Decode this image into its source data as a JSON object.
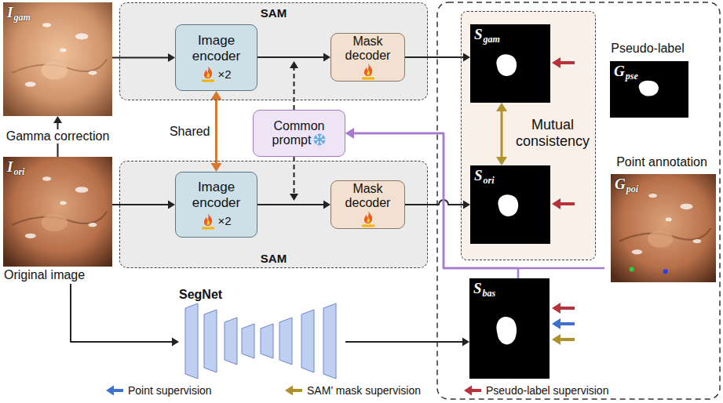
{
  "diagram": {
    "nodes": [
      {
        "text": [
          "I",
          "gam"
        ]
      },
      {
        "text": [
          "SAM"
        ]
      },
      {
        "text": [
          "Image encoder",
          "×2"
        ],
        "in": 1
      },
      {
        "text": [
          "Mask decoder"
        ],
        "in": 1
      },
      {
        "text": [
          "Mutual consistency"
        ]
      },
      {
        "text": [
          "S",
          "gam"
        ],
        "in": 4
      },
      {
        "text": [
          "S",
          "ori"
        ],
        "in": 4
      },
      {
        "text": [
          "Pseudo-label",
          "G",
          "pse"
        ]
      },
      {
        "text": [
          "Common prompt"
        ]
      },
      {
        "text": [
          "Point annotation",
          "G",
          "poi"
        ]
      },
      {
        "text": [
          "S",
          "bas"
        ]
      },
      {
        "text": [
          "I",
          "ori",
          "Original image"
        ]
      },
      {
        "text": [
          "SAM"
        ]
      },
      {
        "text": [
          "Image encoder",
          "×2"
        ],
        "in": 12
      },
      {
        "text": [
          "Mask decoder"
        ],
        "in": 12
      },
      {
        "text": [
          "SegNet"
        ]
      }
    ],
    "edges": [
      {
        "from": 11,
        "to": 0,
        "arrow": "to",
        "label": "Gamma correction"
      },
      {
        "from": 0,
        "to": 2,
        "arrow": "to"
      },
      {
        "from": 2,
        "to": 3,
        "arrow": "to"
      },
      {
        "from": 3,
        "to": 5,
        "arrow": "to"
      },
      {
        "from": 2,
        "to": 13,
        "arrow": "both",
        "label": "Shared"
      },
      {
        "from": 8,
        "to": 1,
        "arrow": "to"
      },
      {
        "from": 5,
        "to": 6,
        "arrow": "both"
      },
      {
        "from": 8,
        "to": 12,
        "arrow": "to"
      },
      {
        "from": 11,
        "to": 13,
        "arrow": "to"
      },
      {
        "from": 13,
        "to": 14,
        "arrow": "to"
      },
      {
        "from": 14,
        "to": 6,
        "arrow": "to"
      },
      {
        "from": 9,
        "to": 8,
        "arrow": "to"
      },
      {
        "from": 10,
        "to": 8,
        "arrow": "to"
      },
      {
        "from": 11,
        "to": 15,
        "arrow": "to"
      },
      {
        "from": 15,
        "to": 10,
        "arrow": "to"
      }
    ],
    "legend": [
      {
        "text": "Point supervision"
      },
      {
        "text": "SAM’ mask supervision"
      },
      {
        "text": "Pseudo-label supervision"
      }
    ]
  }
}
